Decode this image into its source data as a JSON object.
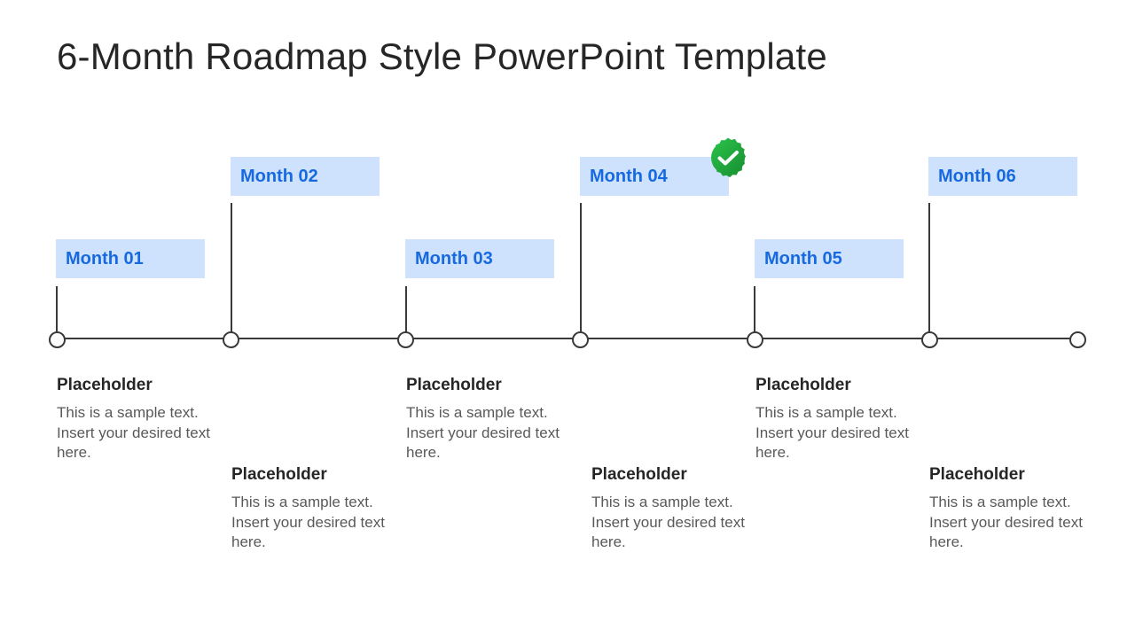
{
  "slide": {
    "title": "6-Month Roadmap Style PowerPoint Template"
  },
  "timeline": {
    "line_color": "#3a3a3a",
    "label_bg": "#cfe2fd",
    "label_color": "#1769e0",
    "milestones": [
      {
        "label": "Month 01",
        "position": "low",
        "completed": false,
        "heading": "Placeholder",
        "text": "This is a sample text. Insert your desired text here."
      },
      {
        "label": "Month 02",
        "position": "high",
        "completed": false,
        "heading": "Placeholder",
        "text": "This is a sample text. Insert your desired text here."
      },
      {
        "label": "Month 03",
        "position": "low",
        "completed": false,
        "heading": "Placeholder",
        "text": "This is a sample text. Insert your desired text here."
      },
      {
        "label": "Month 04",
        "position": "high",
        "completed": true,
        "heading": "Placeholder",
        "text": "This is a sample text. Insert your desired text here."
      },
      {
        "label": "Month 05",
        "position": "low",
        "completed": false,
        "heading": "Placeholder",
        "text": "This is a sample text. Insert your desired text here."
      },
      {
        "label": "Month 06",
        "position": "high",
        "completed": false,
        "heading": "Placeholder",
        "text": "This is a sample text. Insert your desired text here."
      }
    ],
    "badge": {
      "icon": "check-badge-icon",
      "color": "#1fa83a"
    }
  }
}
